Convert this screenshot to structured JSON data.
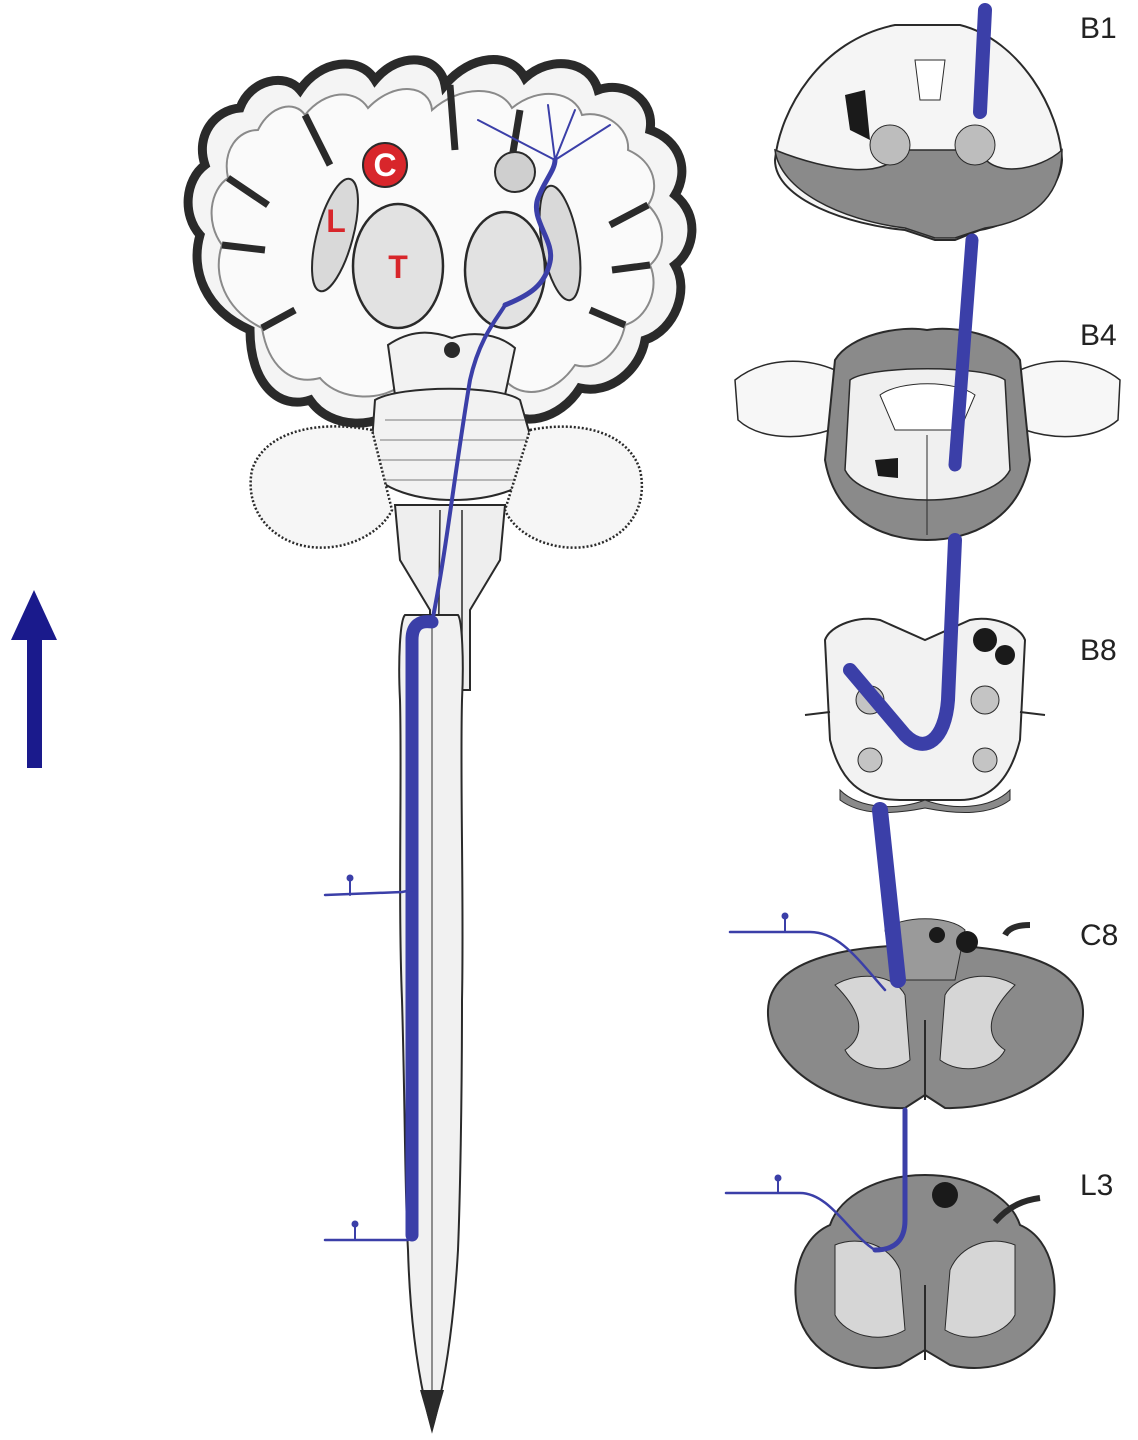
{
  "brain_labels": {
    "c": "C",
    "l": "L",
    "t": "T"
  },
  "section_labels": {
    "b1": "B1",
    "b4": "B4",
    "b8": "B8",
    "c8": "C8",
    "l3": "L3"
  },
  "colors": {
    "pathway": "#3b3fa8",
    "arrow": "#1a1a8c",
    "label_red": "#d8262b",
    "gray_matter": "#8a8a8a",
    "outline": "#2a2a2a"
  },
  "icons": {
    "direction_arrow": "arrow-up-icon"
  }
}
